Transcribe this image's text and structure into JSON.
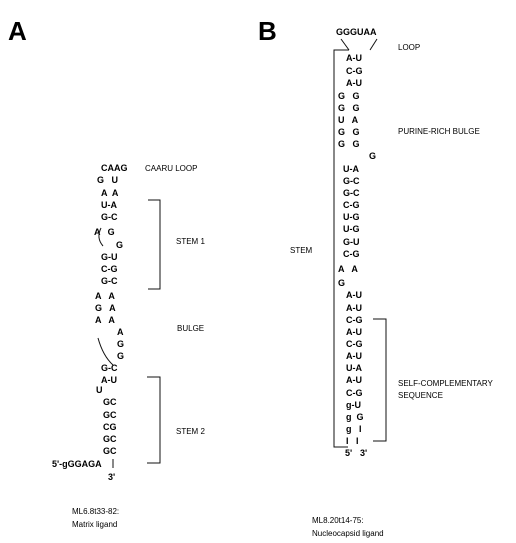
{
  "panels": {
    "a": {
      "letter": "A",
      "caption_line1": "ML6.8t33-82:",
      "caption_line2": "Matrix ligand",
      "labels": {
        "loop": "CAARU LOOP",
        "stem1": "STEM 1",
        "bulge": "BULGE",
        "stem2": "STEM 2"
      },
      "end5": "5'-gGGAGA",
      "end3": "3'",
      "rows": [
        "CAAG",
        "G   U",
        "A  A",
        "U-A",
        "G-C",
        "A   G",
        "G",
        "G-U",
        "C-G",
        "G-C",
        "A   A",
        "G   A",
        "A   A",
        "A",
        "G",
        "G",
        "G-C",
        "A-U",
        "U",
        "GC",
        "GC",
        "CG",
        "GC",
        "GC"
      ]
    },
    "b": {
      "letter": "B",
      "caption_line1": "ML8.20t14-75:",
      "caption_line2": "Nucleocapsid ligand",
      "labels": {
        "loop": "LOOP",
        "bulge": "PURINE-RICH BULGE",
        "stem": "STEM",
        "selfcomp_line1": "SELF-COMPLEMENTARY",
        "selfcomp_line2": "SEQUENCE"
      },
      "loop_seq": "GGGUAA",
      "end5": "5'",
      "end3": "3'",
      "rows": [
        "A-U",
        "C-G",
        "A-U",
        "G   G",
        "G   G",
        "U   A",
        "G   G",
        "G   G",
        "G",
        "U-A",
        "G-C",
        "G-C",
        "C-G",
        "U-G",
        "U-G",
        "G-U",
        "C-G",
        "A   A",
        "G",
        "A-U",
        "A-U",
        "C-G",
        "A-U",
        "C-G",
        "A-U",
        "U-A",
        "A-U",
        "C-G",
        "g-U",
        "g  G",
        "g   I",
        "I   I"
      ]
    }
  }
}
